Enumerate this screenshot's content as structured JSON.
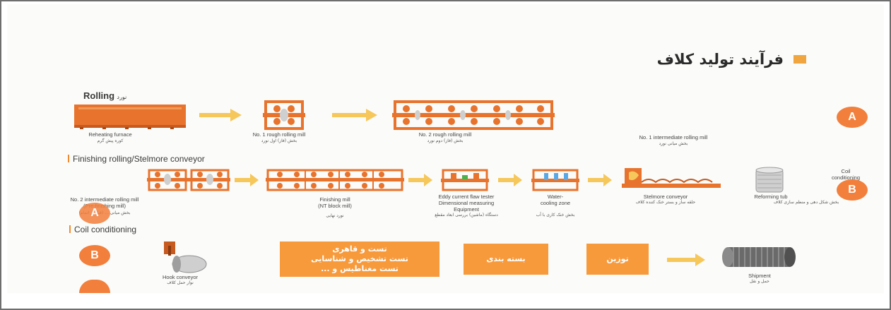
{
  "title": "فرآیند تولید کلاف",
  "sections": {
    "rolling_en": "Rolling",
    "rolling_fa": "نورد",
    "finishing": "Finishing rolling/Stelmore conveyor",
    "coil": "Coil conditioning"
  },
  "row1": {
    "reheating_en": "Reheating furnace",
    "reheating_fa": "کوره پیش گرم",
    "rough1_en": "No. 1 rough rolling mill",
    "rough1_fa": "بخش (فاز) اول نورد",
    "rough2_en": "No. 2 rough rolling mill",
    "rough2_fa": "بخش (فاز) دوم نورد",
    "inter1_en": "No. 1 intermediate rolling mill",
    "inter1_fa": "بخش میانی نورد",
    "badge": "A"
  },
  "row2": {
    "inter2_en": "No. 2 intermediate rolling mill\n(Pre-finishing mill)",
    "inter2_fa": "بخش میانی ... (قبل از اتمام)",
    "finishing_en": "Finishing mill\n(NT block mill)",
    "finishing_fa": "نورد نهایی",
    "eddy_en": "Eddy current flaw tester\nDimensional measuring\nEquipment",
    "eddy_fa": "دستگاه (ماشین) بررسی ابعاد مقطع",
    "water_en": "Water-\ncooling zone",
    "water_fa": "بخش خنک کاری با آب",
    "stelmore_en": "Stelmore conveyor",
    "stelmore_fa": "حلقه ساز و بستر خنک کننده کلاف",
    "reforming_en": "Reforming tub",
    "reforming_fa": "بخش شکل دهی و منظم سازی کلاف",
    "coil_cond_en": "Coil\nconditioning",
    "badge_a": "A",
    "badge_b": "B"
  },
  "row3": {
    "badge_b": "B",
    "hook_en": "Hook conveyor",
    "hook_fa": "نوار حمل کلاف",
    "test_fa": "تست و  قاهری\nتست تشخیص و شناسایی\nتست مغناطیس و ...",
    "pack_fa": "بسته بندی",
    "weigh_fa": "توزین",
    "shipment_en": "Shipment",
    "shipment_fa": "حمل و نقل"
  },
  "colors": {
    "accent": "#f79a3c",
    "badge": "#f27f3c",
    "arrow": "#f6c75a",
    "mill": "#e8732d"
  }
}
